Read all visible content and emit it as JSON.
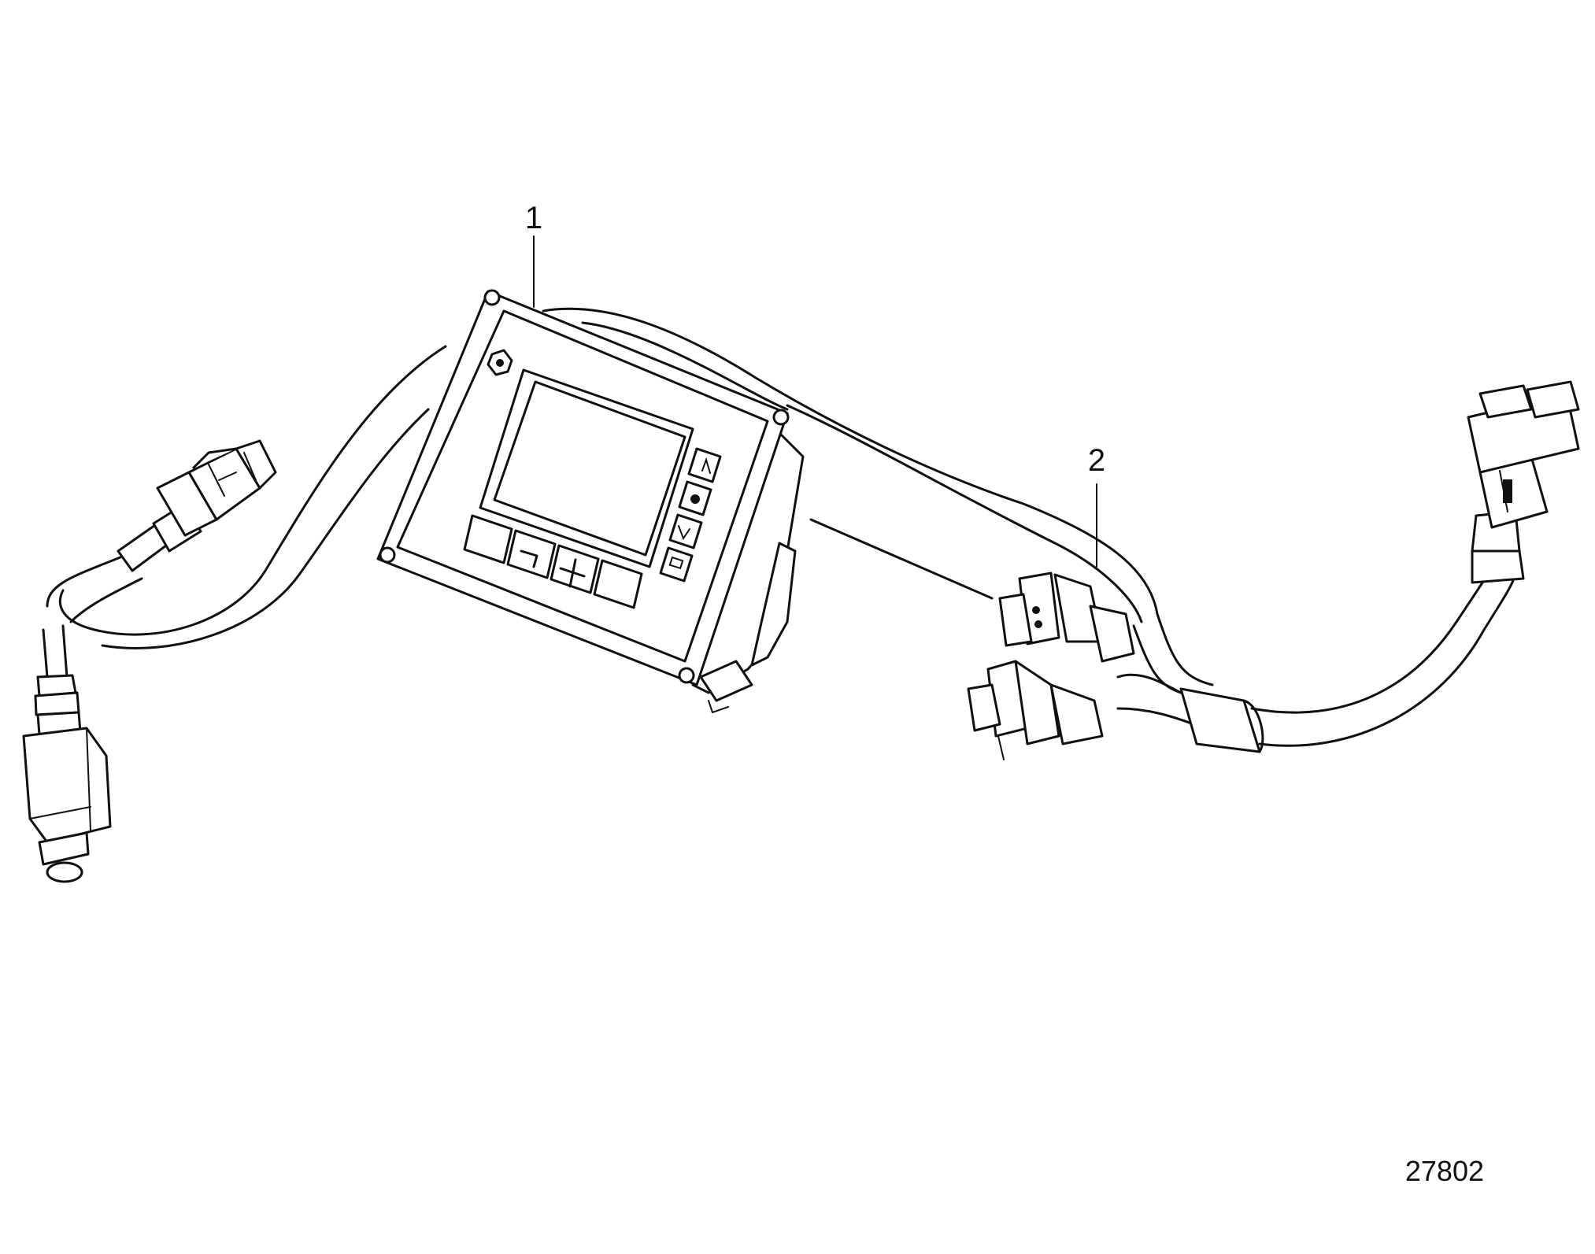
{
  "callouts": [
    {
      "id": "callout-1",
      "label": "1"
    },
    {
      "id": "callout-2",
      "label": "2"
    }
  ],
  "figure_number": "27802",
  "colors": {
    "ink": "#111111",
    "paper": "#ffffff"
  }
}
